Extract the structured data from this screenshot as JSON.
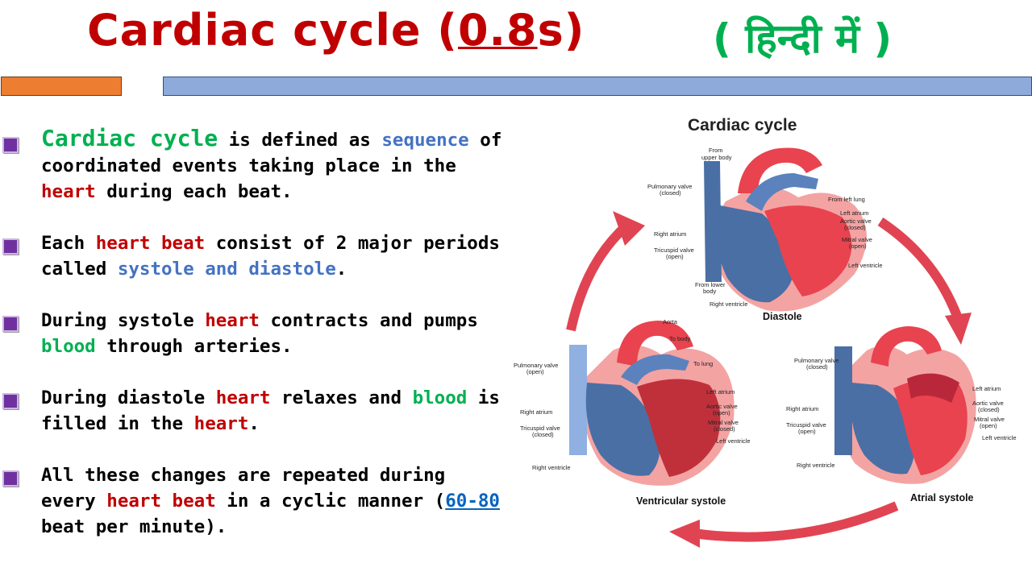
{
  "header": {
    "title_prefix": "Cardiac cycle (",
    "title_value": "0.8",
    "title_suffix": "s)",
    "hindi_label": "( हिन्दी में )",
    "colors": {
      "title": "#c00000",
      "hindi": "#00b050",
      "orange_bar": "#ed7d31",
      "blue_bar": "#8eaadb"
    }
  },
  "bullets": [
    {
      "parts": [
        {
          "text": "Cardiac cycle",
          "style": "green big"
        },
        {
          "text": " is defined as ",
          "style": ""
        },
        {
          "text": "sequence",
          "style": "blue"
        },
        {
          "text": " of coordinated events taking place in the ",
          "style": ""
        },
        {
          "text": "heart",
          "style": "red"
        },
        {
          "text": " during each beat.",
          "style": ""
        }
      ]
    },
    {
      "parts": [
        {
          "text": "Each ",
          "style": ""
        },
        {
          "text": "heart beat",
          "style": "red"
        },
        {
          "text": " consist of 2 major periods called ",
          "style": ""
        },
        {
          "text": "systole and diastole",
          "style": "blue"
        },
        {
          "text": ".",
          "style": ""
        }
      ]
    },
    {
      "parts": [
        {
          "text": "During systole ",
          "style": ""
        },
        {
          "text": "heart",
          "style": "red"
        },
        {
          "text": " contracts and pumps ",
          "style": ""
        },
        {
          "text": "blood",
          "style": "green"
        },
        {
          "text": " through arteries.",
          "style": ""
        }
      ]
    },
    {
      "parts": [
        {
          "text": "During diastole ",
          "style": ""
        },
        {
          "text": "heart",
          "style": "red"
        },
        {
          "text": " relaxes and ",
          "style": ""
        },
        {
          "text": "blood",
          "style": "green"
        },
        {
          "text": " is filled in the ",
          "style": ""
        },
        {
          "text": "heart",
          "style": "red"
        },
        {
          "text": ".",
          "style": ""
        }
      ]
    },
    {
      "parts": [
        {
          "text": "All these changes are repeated during every ",
          "style": ""
        },
        {
          "text": "heart beat",
          "style": "red"
        },
        {
          "text": " in a cyclic manner (",
          "style": ""
        },
        {
          "text": "60-80",
          "style": "link"
        },
        {
          "text": " beat per minute).",
          "style": ""
        }
      ]
    }
  ],
  "diagram": {
    "title": "Cardiac cycle",
    "diastole": {
      "phase": "Diastole",
      "labels": {
        "from_upper_body_1": "From",
        "from_upper_body_2": "upper body",
        "pulmonary_valve_1": "Pulmonary valve",
        "pulmonary_valve_2": "(closed)",
        "right_atrium": "Right atrium",
        "tricuspid_1": "Tricuspid  valve",
        "tricuspid_2": "(open)",
        "from_lower_1": "From lower",
        "from_lower_2": "body",
        "right_ventricle": "Right ventricle",
        "from_left_lung": "From left lung",
        "left_atrium": "Left atrium",
        "aortic_1": "Aortic valve",
        "aortic_2": "(closed)",
        "mitral_1": "Mitral  valve",
        "mitral_2": "(open)",
        "left_ventricle": "Left ventricle"
      }
    },
    "ventricular": {
      "phase": "Ventricular systole",
      "labels": {
        "aorta": "Aorta",
        "to_body": "To body",
        "to_lung": "To lung",
        "pulmonary_valve_1": "Pulmonary valve",
        "pulmonary_valve_2": "(open)",
        "right_atrium": "Right atrium",
        "tricuspid_1": "Tricuspid  valve",
        "tricuspid_2": "(closed)",
        "right_ventricle": "Right ventricle",
        "left_atrium": "Left atrium",
        "aortic_1": "Aortic valve",
        "aortic_2": "(open)",
        "mitral_1": "Mitral  valve",
        "mitral_2": "(closed)",
        "left_ventricle": "Left ventricle"
      }
    },
    "atrial": {
      "phase": "Atrial systole",
      "labels": {
        "pulmonary_valve_1": "Pulmonary valve",
        "pulmonary_valve_2": "(closed)",
        "right_atrium": "Right atrium",
        "tricuspid_1": "Tricuspid  valve",
        "tricuspid_2": "(open)",
        "right_ventricle": "Right ventricle",
        "left_atrium": "Left atrium",
        "aortic_1": "Aortic valve",
        "aortic_2": "(closed)",
        "mitral_1": "Mitral  valve",
        "mitral_2": "(open)",
        "left_ventricle": "Left ventricle"
      }
    },
    "colors": {
      "oxygenated": "#e8434f",
      "deoxygenated": "#4a6fa5",
      "muscle": "#f4a3a3",
      "arrow": "#e04452"
    }
  }
}
